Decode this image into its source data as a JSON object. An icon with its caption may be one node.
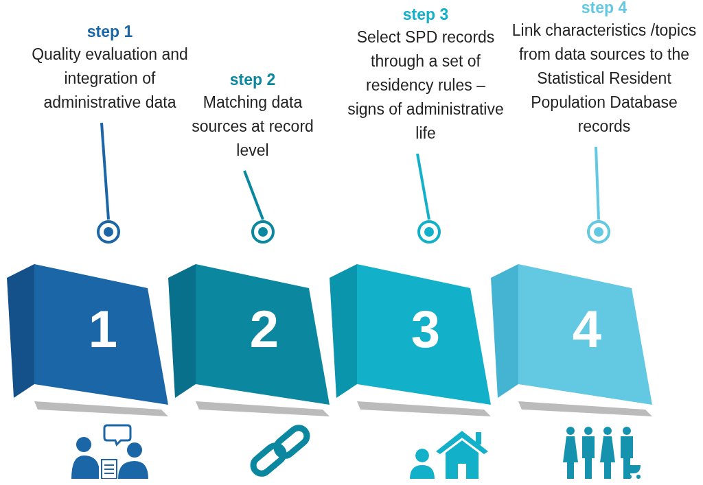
{
  "diagram": {
    "nodes": [
      {
        "text": [
          "step 1",
          "Quality evaluation and integration of administrative data"
        ]
      },
      {
        "text": [],
        "shape": "circle"
      },
      {
        "text": [
          "1"
        ]
      },
      {
        "text": [
          "step 2",
          "Matching data sources at record level"
        ]
      },
      {
        "text": [],
        "shape": "circle"
      },
      {
        "text": [
          "2"
        ]
      },
      {
        "text": [
          "step 3",
          "Select SPD records through a set of residency rules – signs of administrative life"
        ]
      },
      {
        "text": [],
        "shape": "circle"
      },
      {
        "text": [
          "3"
        ]
      },
      {
        "text": [
          "step 4",
          "Link characteristics /topics from data sources to the Statistical Resident Population Database records"
        ]
      },
      {
        "text": [],
        "shape": "circle"
      },
      {
        "text": [
          "4"
        ]
      }
    ],
    "edges": [
      {
        "from": 0,
        "to": 1,
        "arrow": "none",
        "color": "#1a66a6"
      },
      {
        "from": 3,
        "to": 4,
        "arrow": "none",
        "color": "#0b88a0"
      },
      {
        "from": 6,
        "to": 7,
        "arrow": "none",
        "color": "#12b0c9"
      },
      {
        "from": 9,
        "to": 10,
        "arrow": "none",
        "color": "#63c8e2"
      }
    ]
  }
}
